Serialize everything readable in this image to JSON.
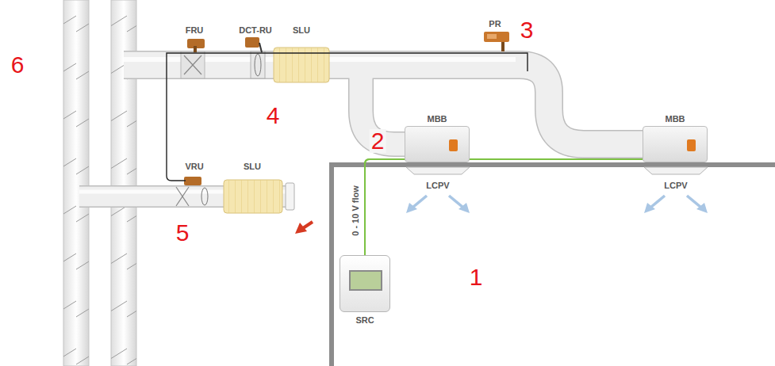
{
  "diagram": {
    "nodes": [
      {
        "text": [
          "MBB"
        ]
      },
      {
        "text": [
          "MBB"
        ]
      },
      {
        "text": [
          "SRC"
        ]
      }
    ],
    "edges": [
      {
        "from": 2,
        "to": 0,
        "arrow": "none",
        "label": "0 - 10 V flow"
      },
      {
        "from": 2,
        "to": 1,
        "arrow": "none"
      }
    ],
    "labels": [
      "6",
      "FRU",
      "DCT-RU",
      "SLU",
      "PR",
      "3",
      "4",
      "2",
      "LCPV",
      "LCPV",
      "VRU",
      "SLU",
      "5",
      "1"
    ]
  }
}
